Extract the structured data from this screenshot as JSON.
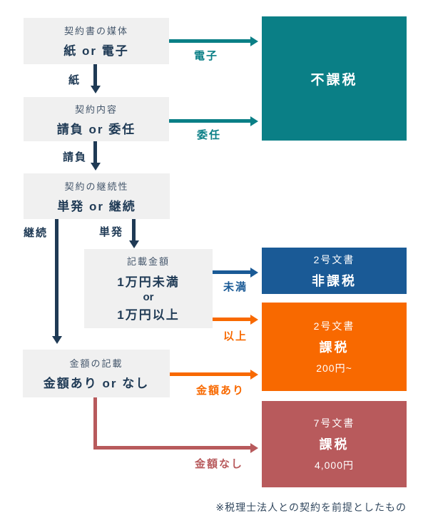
{
  "colors": {
    "navy": "#1f3a55",
    "teal": "#0a7f86",
    "blue": "#1a5a96",
    "orange": "#f86900",
    "red": "#b85a5c",
    "question_box_gray": "#f0f0f0",
    "question_title_gray": "#44566b"
  },
  "questions": [
    {
      "title": "契約書の媒体",
      "main": "紙 or 電子"
    },
    {
      "title": "契約内容",
      "main": "請負 or 委任"
    },
    {
      "title": "契約の継続性",
      "main": "単発 or 継続"
    },
    {
      "title": "記載金額",
      "line1": "1万円未満",
      "line2": "or",
      "line3": "1万円以上"
    },
    {
      "title": "金額の記載",
      "main": "金額あり or なし"
    }
  ],
  "results": [
    {
      "main": "不課税"
    },
    {
      "sub": "2号文書",
      "main": "非課税"
    },
    {
      "sub": "2号文書",
      "main": "課税",
      "amount": "200円~"
    },
    {
      "sub": "7号文書",
      "main": "課税",
      "amount": "4,000円"
    }
  ],
  "edge_labels": {
    "denshi": "電子",
    "kami": "紙",
    "inin": "委任",
    "ukeoi": "請負",
    "keizoku": "継続",
    "tanpatsu": "単発",
    "miman": "未満",
    "ijou": "以上",
    "kingaku_ari": "金額あり",
    "kingaku_nashi": "金額なし"
  },
  "footnote": "※税理士法人との契約を前提としたもの"
}
